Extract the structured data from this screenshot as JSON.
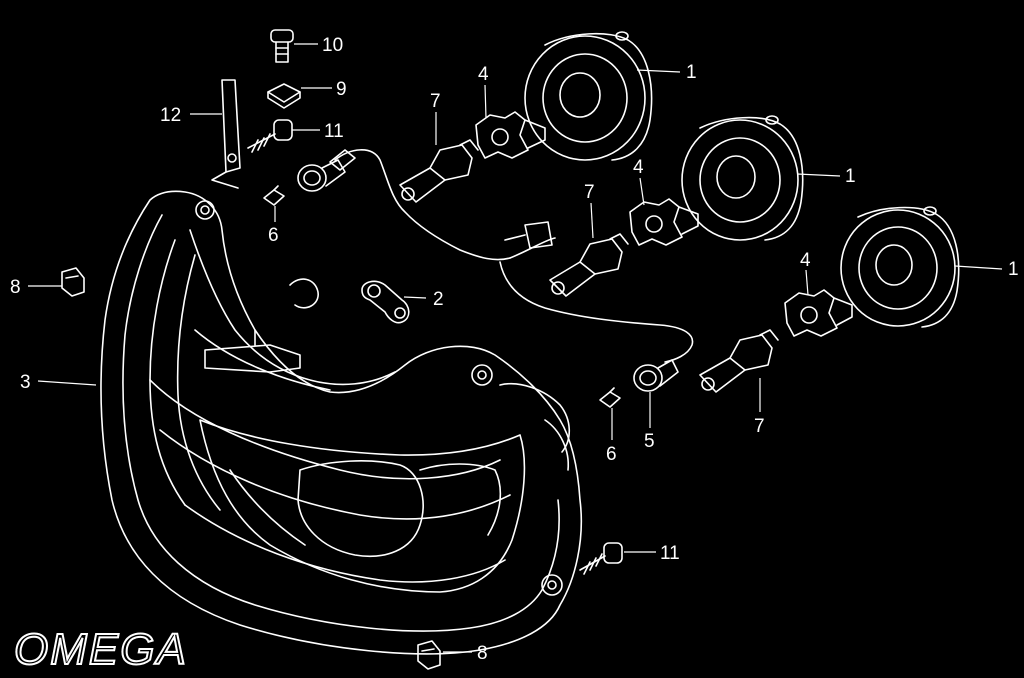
{
  "diagram": {
    "background_color": "#000000",
    "line_color": "#ffffff",
    "logo": "OMEGA",
    "callouts": [
      {
        "id": "c1a",
        "label": "1"
      },
      {
        "id": "c1b",
        "label": "1"
      },
      {
        "id": "c1c",
        "label": "1"
      },
      {
        "id": "c2",
        "label": "2"
      },
      {
        "id": "c3",
        "label": "3"
      },
      {
        "id": "c4a",
        "label": "4"
      },
      {
        "id": "c4b",
        "label": "4"
      },
      {
        "id": "c4c",
        "label": "4"
      },
      {
        "id": "c5",
        "label": "5"
      },
      {
        "id": "c6a",
        "label": "6"
      },
      {
        "id": "c6b",
        "label": "6"
      },
      {
        "id": "c7a",
        "label": "7"
      },
      {
        "id": "c7b",
        "label": "7"
      },
      {
        "id": "c7c",
        "label": "7"
      },
      {
        "id": "c8a",
        "label": "8"
      },
      {
        "id": "c8b",
        "label": "8"
      },
      {
        "id": "c9",
        "label": "9"
      },
      {
        "id": "c10",
        "label": "10"
      },
      {
        "id": "c11a",
        "label": "11"
      },
      {
        "id": "c11b",
        "label": "11"
      },
      {
        "id": "c12",
        "label": "12"
      }
    ]
  }
}
